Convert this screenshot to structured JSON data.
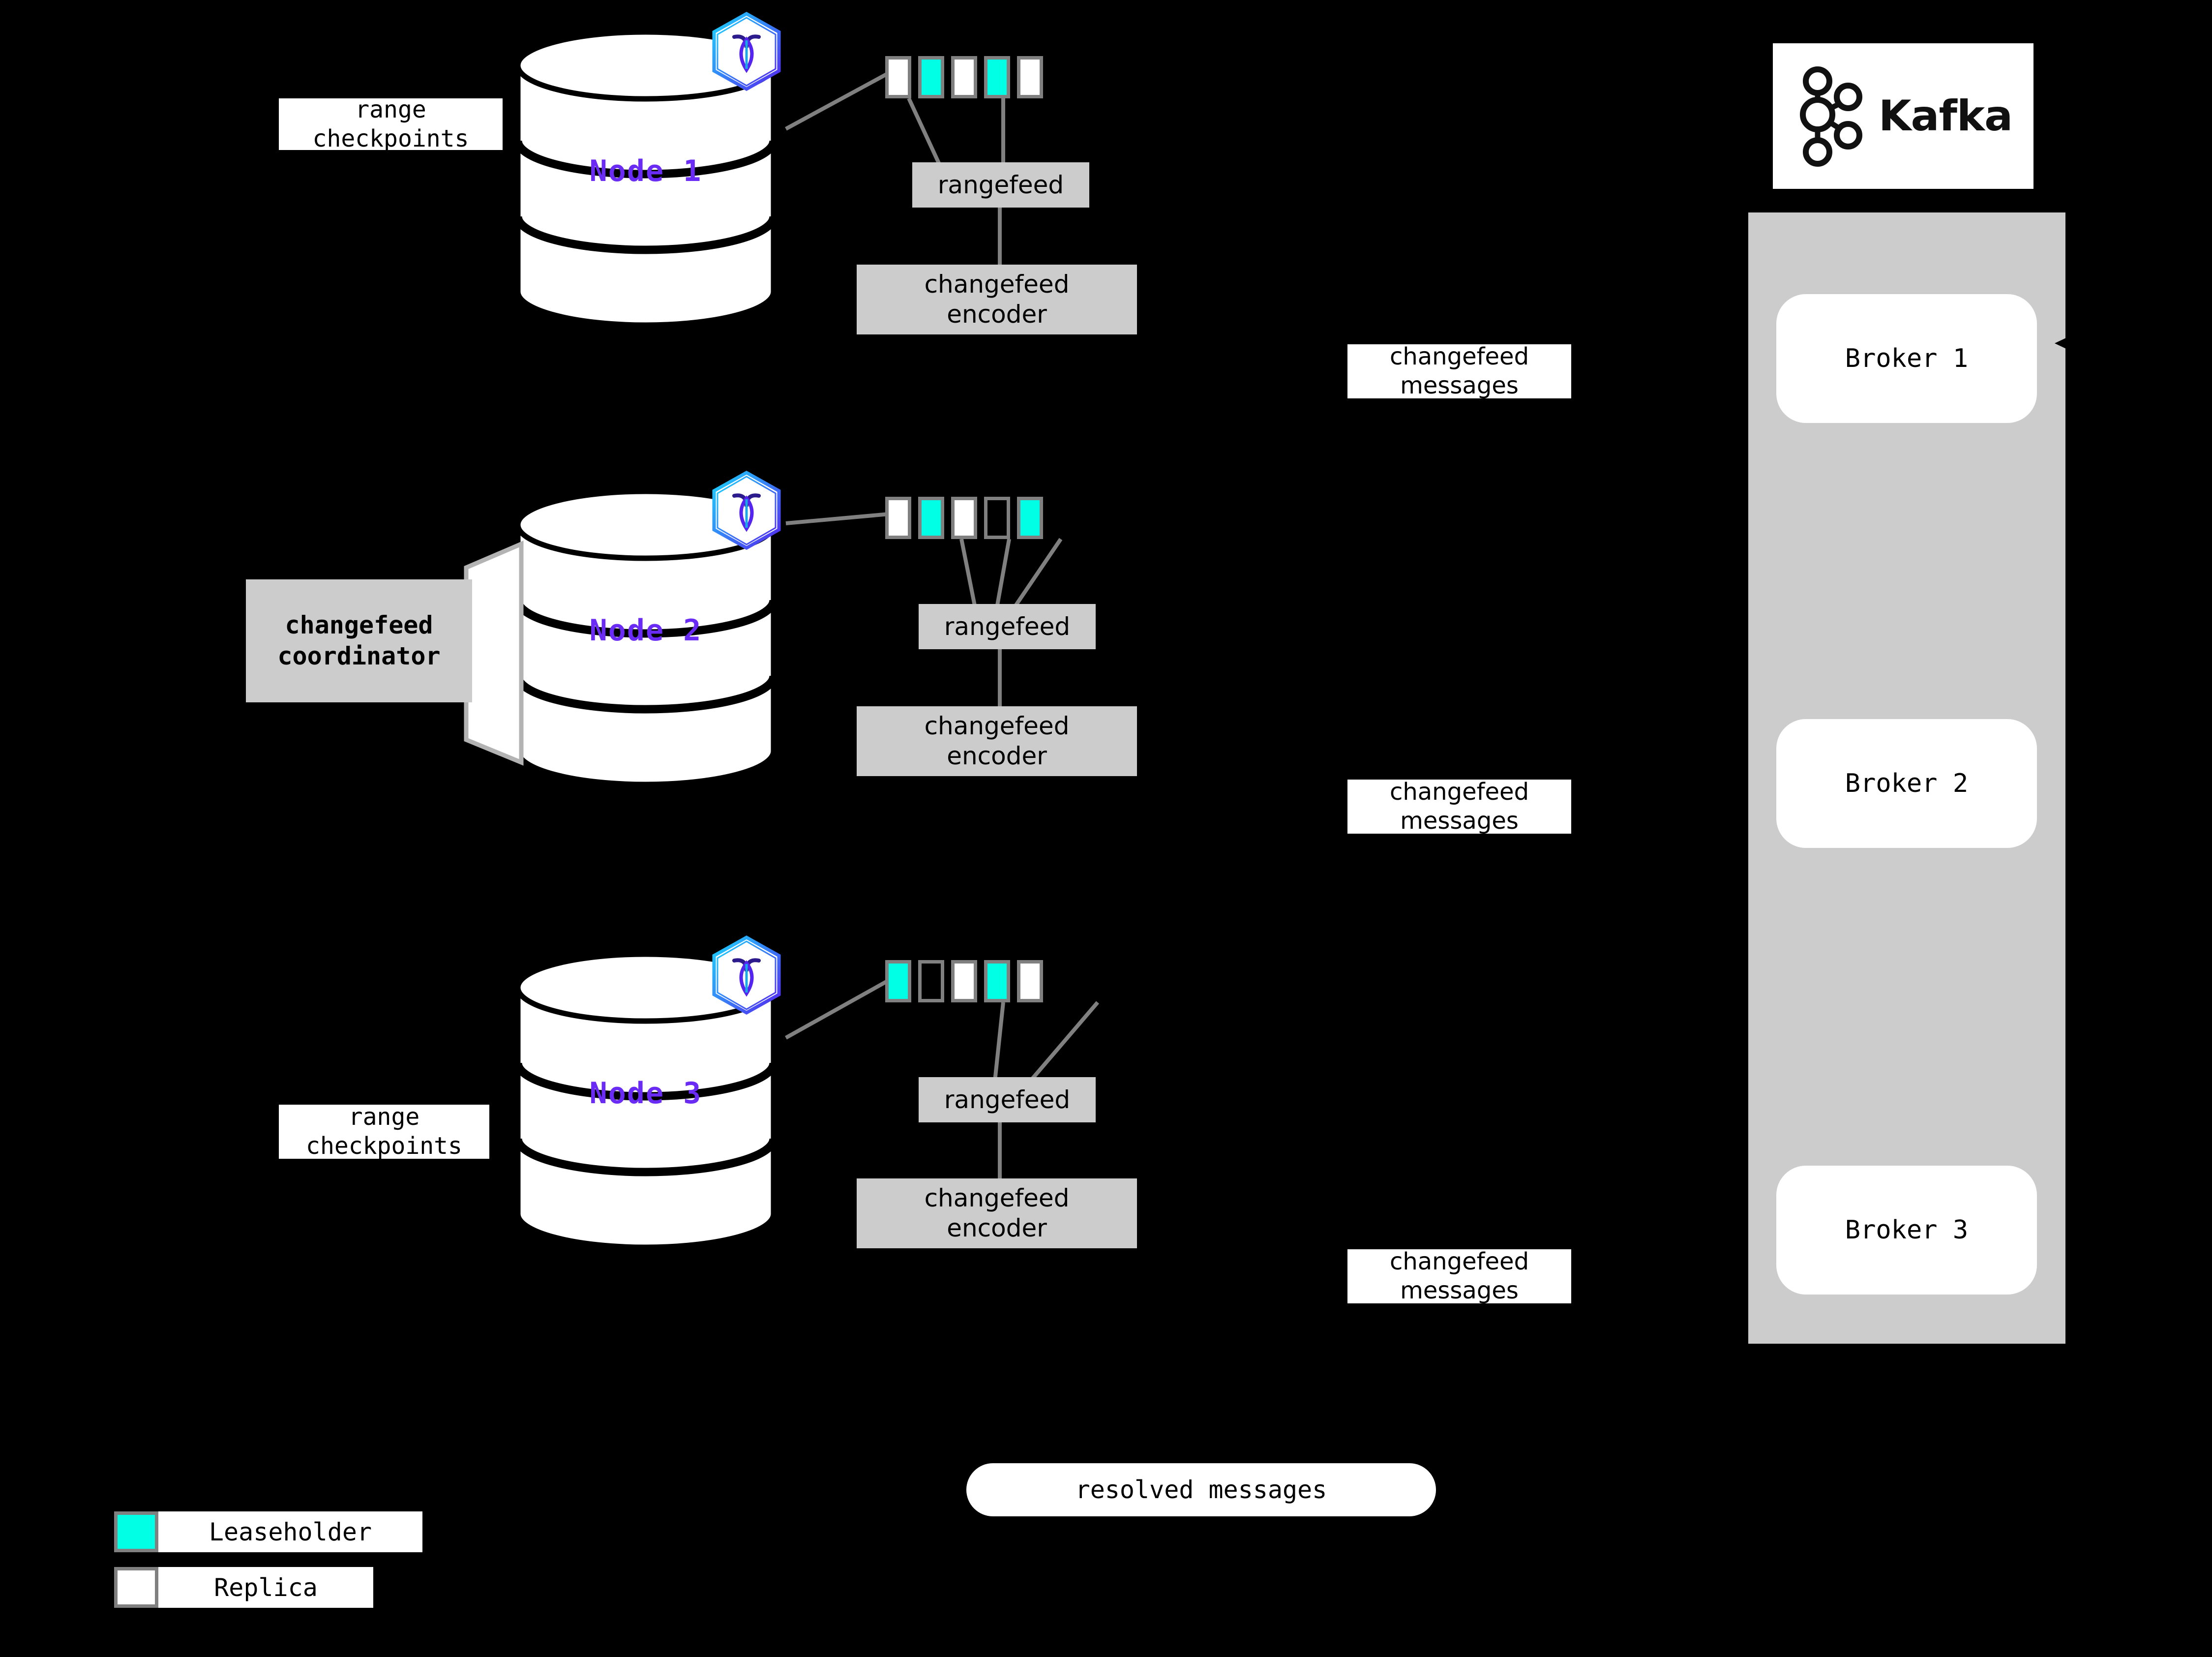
{
  "diagram": {
    "title": "CockroachDB changefeed to Kafka architecture",
    "background": "#000000",
    "accent_leaseholder": "#00FFE5",
    "accent_replica": "#FFFFFF",
    "accent_node_text": "#6A2BF5",
    "accent_box": "#CCCCCC",
    "accent_line": "#808080"
  },
  "nodes": [
    {
      "id": "node1",
      "label": "Node 1",
      "ranges": [
        "replica",
        "leaseholder",
        "replica",
        "leaseholder",
        "replica"
      ],
      "rangefeed_label": "rangefeed",
      "encoder_label": "changefeed encoder",
      "encoder_line1": "changefeed",
      "encoder_line2": "encoder",
      "side_label_line1": "range",
      "side_label_line2": "checkpoints",
      "has_coordinator": false
    },
    {
      "id": "node2",
      "label": "Node 2",
      "ranges": [
        "replica",
        "leaseholder",
        "replica",
        "empty",
        "leaseholder"
      ],
      "rangefeed_label": "rangefeed",
      "encoder_label": "changefeed encoder",
      "encoder_line1": "changefeed",
      "encoder_line2": "encoder",
      "side_label_line1": "changefeed",
      "side_label_line2": "coordinator",
      "has_coordinator": true
    },
    {
      "id": "node3",
      "label": "Node 3",
      "ranges": [
        "leaseholder",
        "empty",
        "replica",
        "leaseholder",
        "replica"
      ],
      "rangefeed_label": "rangefeed",
      "encoder_label": "changefeed encoder",
      "encoder_line1": "changefeed",
      "encoder_line2": "encoder",
      "side_label_line1": "range",
      "side_label_line2": "checkpoints",
      "has_coordinator": false
    }
  ],
  "message_labels": [
    {
      "line1": "changefeed",
      "line2": "messages"
    },
    {
      "line1": "changefeed",
      "line2": "messages"
    },
    {
      "line1": "changefeed",
      "line2": "messages"
    }
  ],
  "resolved": {
    "label": "resolved messages"
  },
  "kafka": {
    "wordmark": "Kafka",
    "logo_icon": "kafka-network-icon",
    "brokers": [
      {
        "label": "Broker 1"
      },
      {
        "label": "Broker 2"
      },
      {
        "label": "Broker 3"
      }
    ]
  },
  "legend": {
    "items": [
      {
        "swatch": "leaseholder",
        "label": "Leaseholder",
        "color": "#00FFE5"
      },
      {
        "swatch": "replica",
        "label": "Replica",
        "color": "#FFFFFF"
      }
    ]
  }
}
